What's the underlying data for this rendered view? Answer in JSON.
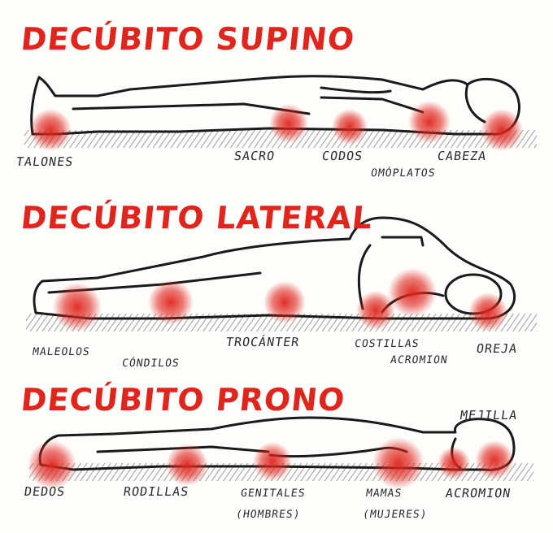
{
  "sections": [
    {
      "title": "DECÚBITO SUPINO",
      "labels": [
        "TALONES",
        "SACRO",
        "CODOS",
        "OMÓPLATOS",
        "CABEZA"
      ]
    },
    {
      "title": "DECÚBITO LATERAL",
      "labels": [
        "MALEOLOS",
        "CÓNDILOS",
        "TROCÁNTER",
        "COSTILLAS",
        "ACROMION",
        "OREJA"
      ]
    },
    {
      "title": "DECÚBITO PRONO",
      "labels": [
        "DEDOS",
        "RODILLAS",
        "GENITALES",
        "(HOMBRES)",
        "MAMAS",
        "(MUJERES)",
        "ACROMION",
        "MEJILLA"
      ]
    }
  ],
  "colors": {
    "accent": "#e0251d",
    "ink": "#1a1a1a",
    "floor": "#9a9a9a"
  }
}
